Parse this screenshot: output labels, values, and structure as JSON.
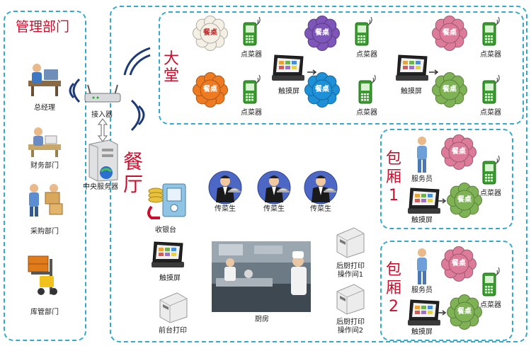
{
  "sections": {
    "management": "管理部门",
    "hall_chars": [
      "大",
      "堂"
    ],
    "restaurant_chars": [
      "餐",
      "厅"
    ],
    "room1_chars": [
      "包",
      "厢",
      "1"
    ],
    "room2_chars": [
      "包",
      "厢",
      "2"
    ]
  },
  "management": {
    "general_manager": "总经理",
    "finance": "财务部门",
    "purchasing": "采购部门",
    "warehouse": "库管部门"
  },
  "network": {
    "access_point": "接入器",
    "central_server": "中央服务器"
  },
  "table_label": "餐桌",
  "order_device": "点菜器",
  "touchscreen": "触摸屏",
  "waiter": "服务员",
  "server_staff": "传菜生",
  "cashier": "收银台",
  "front_print": "前台打印",
  "kitchen": "厨房",
  "back_print_1": [
    "后厨打印",
    "操作间1"
  ],
  "back_print_2": [
    "后厨打印",
    "操作间2"
  ],
  "colors": {
    "dashed_border": "#33aacc",
    "section_title": "#c8102e",
    "table_white": "#f4f0e6",
    "table_purple": "#7e55b8",
    "table_pink": "#dd7c9a",
    "table_orange": "#ee7a22",
    "table_blue": "#1e90d8",
    "table_green": "#7fb255",
    "device_green": "#3a9b2f"
  }
}
